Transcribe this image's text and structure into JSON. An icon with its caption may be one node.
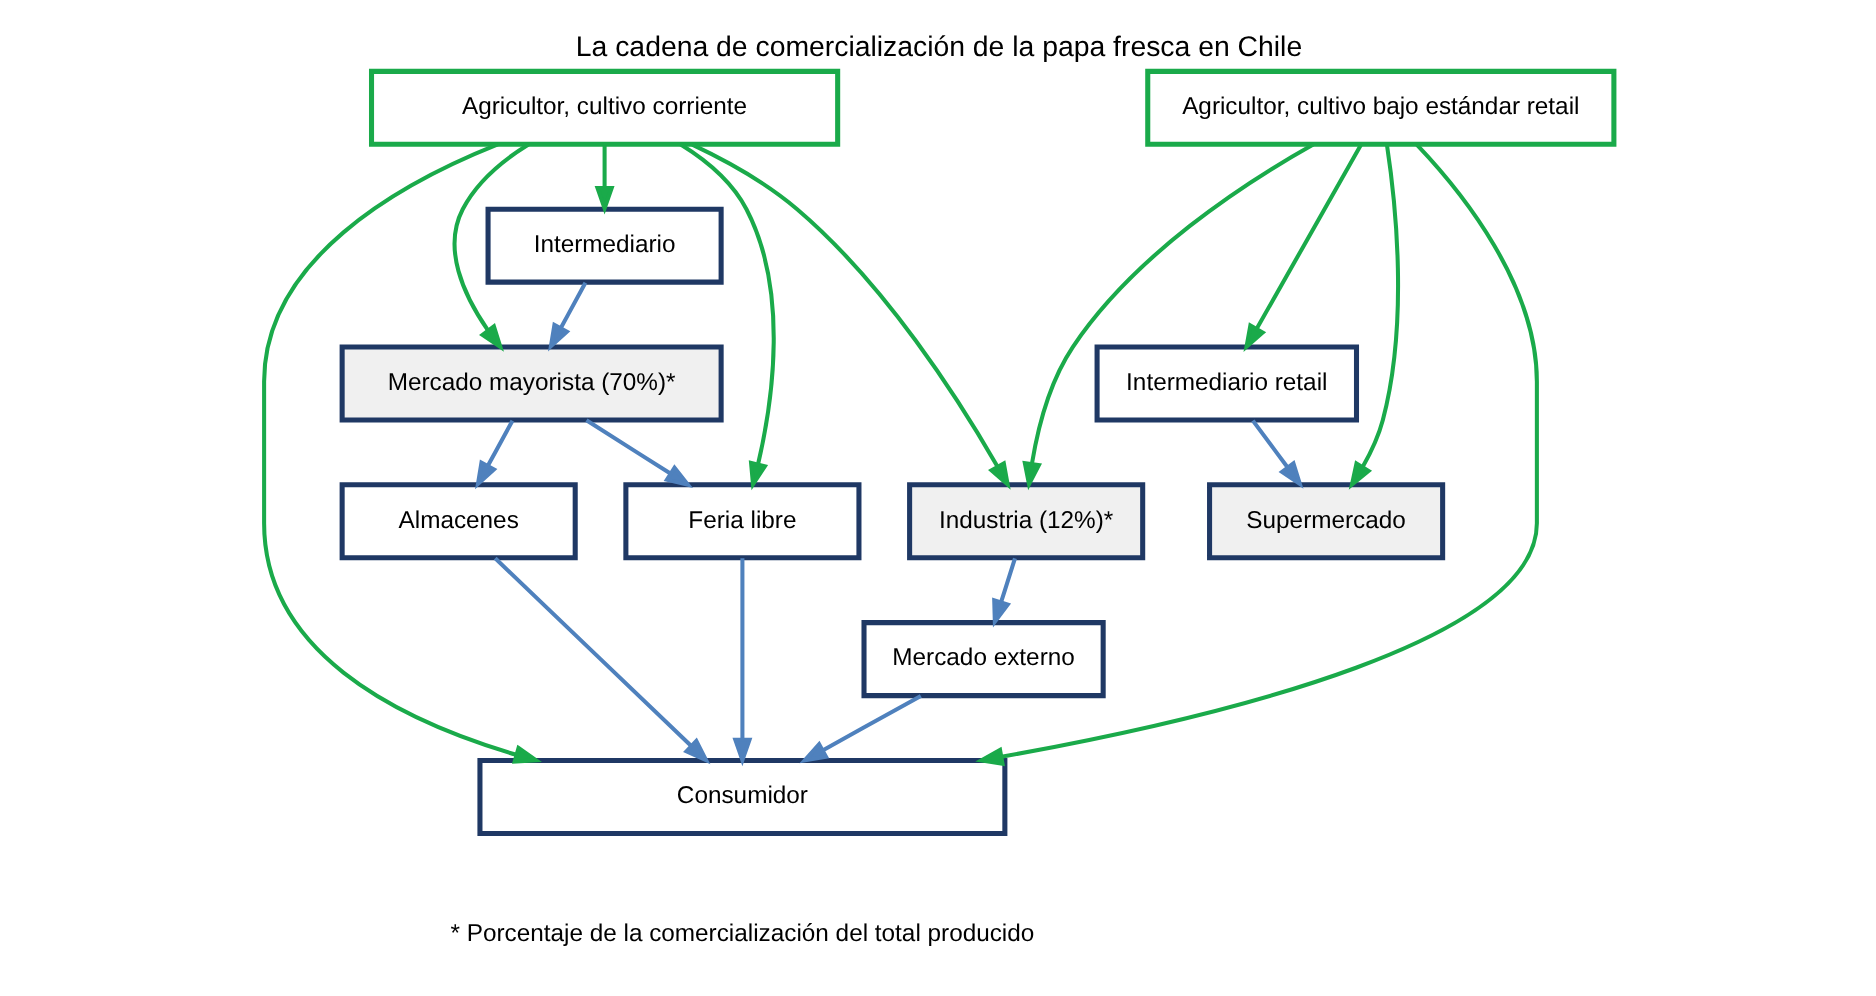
{
  "diagram": {
    "title": "La cadena de comercialización de la papa fresca en Chile",
    "nodes": [
      {
        "text": [
          "Agricultor, cultivo corriente"
        ]
      },
      {
        "text": [
          "Agricultor, cultivo bajo estándar retail"
        ]
      },
      {
        "text": [
          "Intermediario"
        ]
      },
      {
        "text": [
          "Intermediario retail"
        ]
      },
      {
        "text": [
          "Mercado mayorista (70%)*"
        ]
      },
      {
        "text": [
          "Feria libre"
        ]
      },
      {
        "text": [
          "Almacenes"
        ]
      },
      {
        "text": [
          "Industria (12%)*"
        ]
      },
      {
        "text": [
          "Supermercado"
        ]
      },
      {
        "text": [
          "Mercado externo"
        ]
      },
      {
        "text": [
          "Consumidor"
        ]
      }
    ],
    "edges": [
      {
        "from": 0,
        "to": 5,
        "arrow": "to"
      },
      {
        "from": 0,
        "to": 2,
        "arrow": "to"
      },
      {
        "from": 0,
        "to": 4,
        "arrow": "to"
      },
      {
        "from": 0,
        "to": 10,
        "arrow": "to"
      },
      {
        "from": 0,
        "to": 7,
        "arrow": "to"
      },
      {
        "from": 1,
        "to": 10,
        "arrow": "to"
      },
      {
        "from": 1,
        "to": 7,
        "arrow": "to"
      },
      {
        "from": 1,
        "to": 3,
        "arrow": "to"
      },
      {
        "from": 1,
        "to": 8,
        "arrow": "to"
      },
      {
        "from": 2,
        "to": 4,
        "arrow": "to",
        "color": "#4f81bd"
      },
      {
        "from": 4,
        "to": 5,
        "arrow": "to",
        "color": "#4f81bd"
      },
      {
        "from": 4,
        "to": 6,
        "arrow": "to",
        "color": "#4f81bd"
      },
      {
        "from": 3,
        "to": 8,
        "arrow": "to",
        "color": "#4f81bd"
      },
      {
        "from": 7,
        "to": 9,
        "arrow": "to",
        "color": "#4f81bd"
      },
      {
        "from": 5,
        "to": 10,
        "arrow": "to",
        "color": "#4f81bd"
      },
      {
        "from": 6,
        "to": 10,
        "arrow": "to",
        "color": "#4f81bd"
      },
      {
        "from": 9,
        "to": 10,
        "arrow": "to",
        "color": "#4f81bd"
      }
    ],
    "labels": [
      "* Porcentaje de la comercialización del total producido"
    ]
  }
}
